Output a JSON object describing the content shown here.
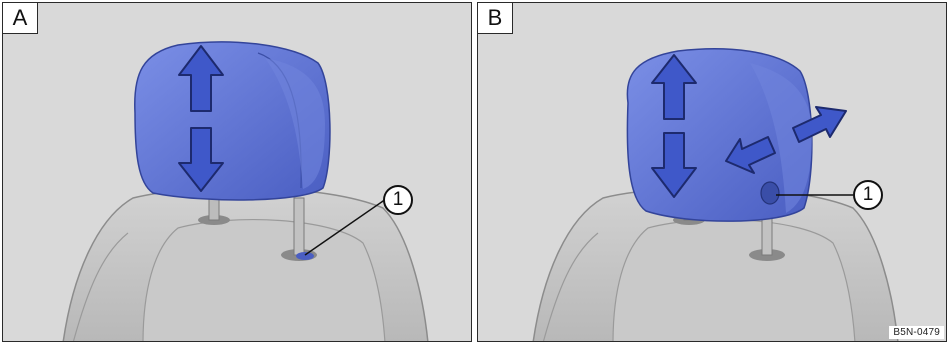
{
  "panels": [
    {
      "label": "A",
      "callout": "1"
    },
    {
      "label": "B",
      "callout": "1"
    }
  ],
  "figure_code": "B5N-0479",
  "colors": {
    "headrest": "#5a6fd0",
    "arrow": "#3f58c9",
    "seat": "#c4c4c4",
    "background": "#d9d9d9"
  },
  "icons": [
    "up-down-arrow-icon",
    "forward-backward-arrow-icon"
  ]
}
